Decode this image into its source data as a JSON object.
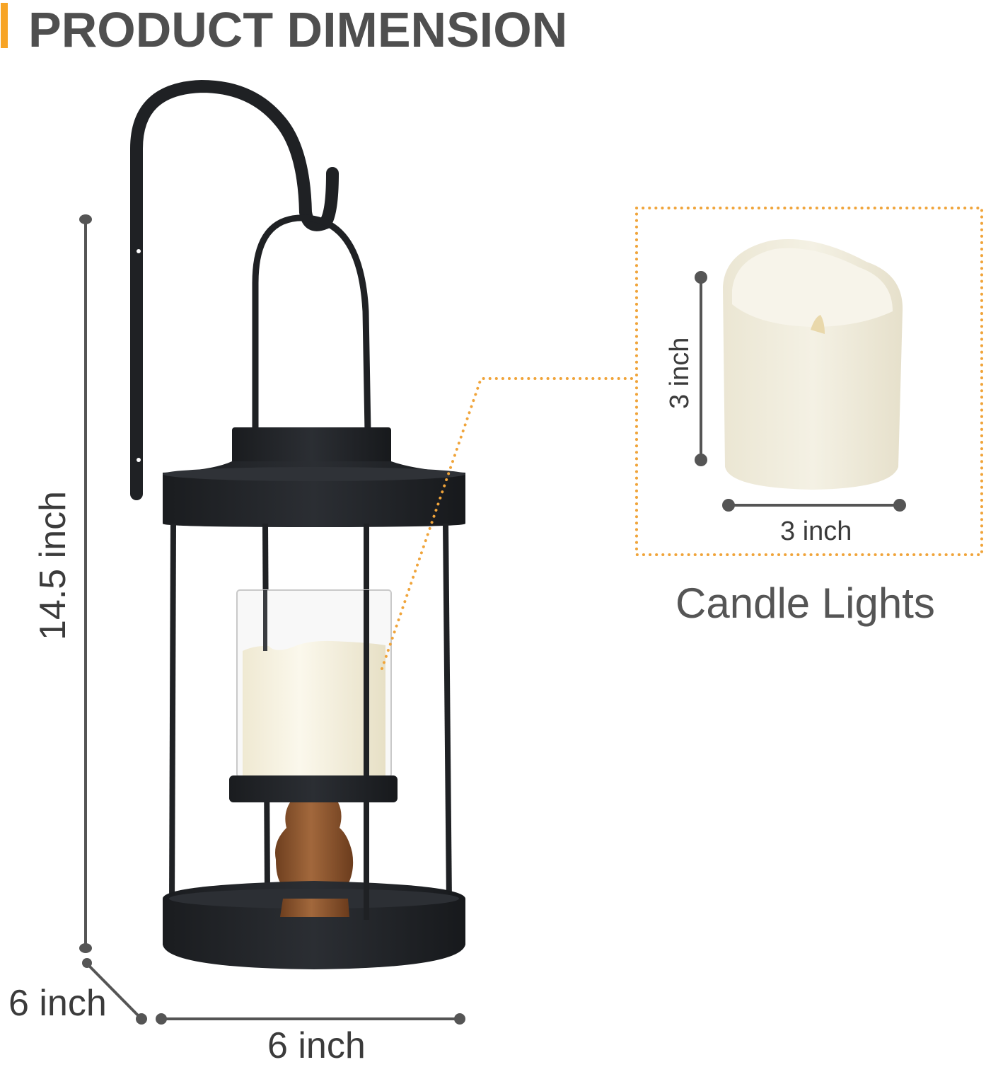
{
  "header": {
    "title": "PRODUCT DIMENSION",
    "accent_color": "#f7a425",
    "title_color": "#4f4f4f"
  },
  "lantern": {
    "height_label": "14.5 inch",
    "depth_label": "6 inch",
    "width_label": "6 inch"
  },
  "candle_detail": {
    "height_label": "3 inch",
    "width_label": "3 inch",
    "caption": "Candle Lights",
    "callout_color": "#f0a43a"
  },
  "colors": {
    "dimension_line": "#555555",
    "metal": "#1f2124",
    "wood": "#8a5530",
    "candle": "#f4efdc"
  }
}
